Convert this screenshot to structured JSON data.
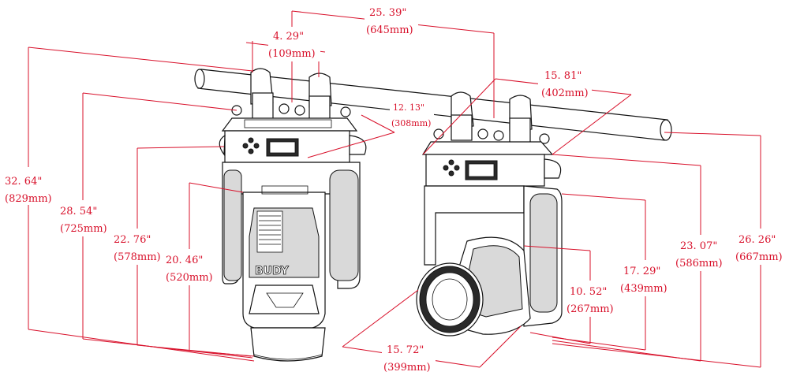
{
  "diagram": {
    "brand_label": "BUDY",
    "dimensions": {
      "total_height": {
        "inch": "32. 64\"",
        "mm": "(829mm)"
      },
      "top_to_base": {
        "inch": "28. 54\"",
        "mm": "(725mm)"
      },
      "yoke_height": {
        "inch": "22. 76\"",
        "mm": "(578mm)"
      },
      "head_height": {
        "inch": "20. 46\"",
        "mm": "(520mm)"
      },
      "clamp_spacing": {
        "inch": "25. 39\"",
        "mm": "(645mm)"
      },
      "clamp_width": {
        "inch": "4. 29\"",
        "mm": "(109mm)"
      },
      "base_width": {
        "inch": "12. 13\"",
        "mm": "(308mm)"
      },
      "base_depth": {
        "inch": "15. 81\"",
        "mm": "(402mm)"
      },
      "head_length": {
        "inch": "15. 72\"",
        "mm": "(399mm)"
      },
      "side_total": {
        "inch": "26. 26\"",
        "mm": "(667mm)"
      },
      "side_top": {
        "inch": "23. 07\"",
        "mm": "(586mm)"
      },
      "side_yoke": {
        "inch": "17. 29\"",
        "mm": "(439mm)"
      },
      "side_head": {
        "inch": "10. 52\"",
        "mm": "(267mm)"
      }
    },
    "colors": {
      "dimension": "#d8102a",
      "ink": "#111111"
    }
  }
}
